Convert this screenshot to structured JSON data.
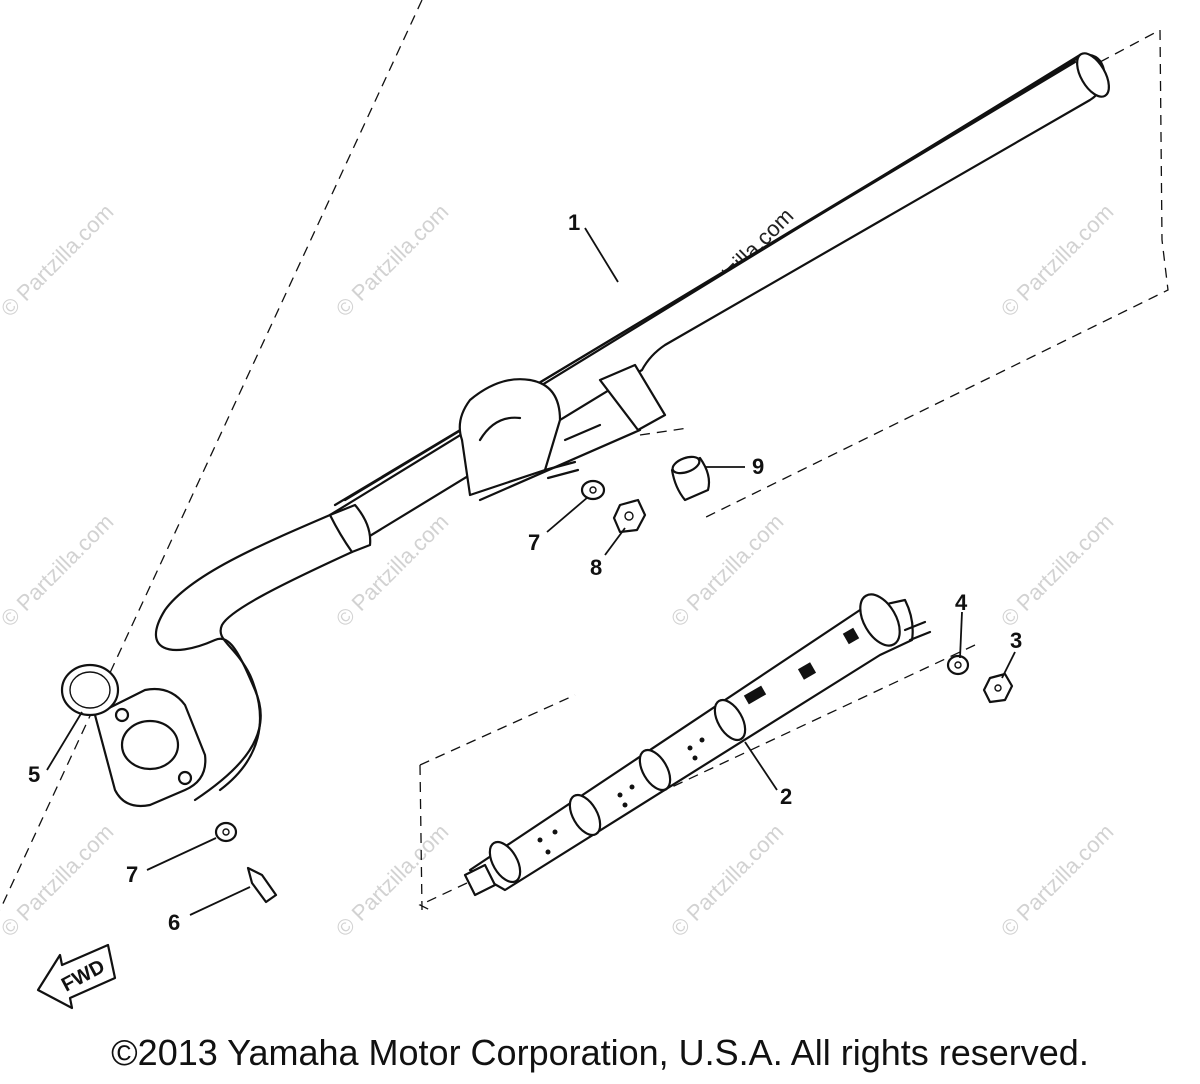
{
  "watermark": "© Partzilla.com",
  "center_watermark": "© Partzilla.com",
  "direction_label": "FWD",
  "callouts": {
    "muffler": "1",
    "baffle": "2",
    "nut_3": "3",
    "washer_4": "4",
    "gasket_5": "5",
    "bolt_6": "6",
    "washer_7a": "7",
    "washer_7b": "7",
    "nut_8": "8",
    "damper_9": "9"
  },
  "copyright": "©2013 Yamaha Motor Corporation, U.S.A. All rights reserved."
}
